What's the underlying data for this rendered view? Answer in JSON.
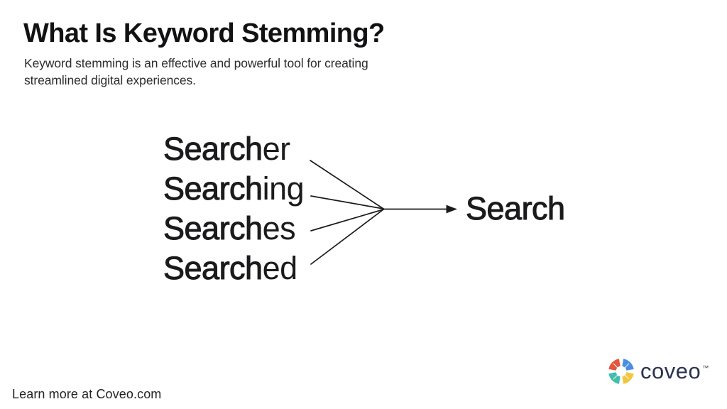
{
  "slide": {
    "title": "What Is Keyword Stemming?",
    "subtitle_lines": [
      "Keyword stemming is an effective and powerful tool for creating",
      "streamlined digital experiences."
    ]
  },
  "diagram": {
    "variants": [
      {
        "stem": "Search",
        "suffix": "er"
      },
      {
        "stem": "Search",
        "suffix": "ing"
      },
      {
        "stem": "Search",
        "suffix": "es"
      },
      {
        "stem": "Search",
        "suffix": "ed"
      }
    ],
    "result": "Search",
    "arrow_icon": "converging-arrows-icon"
  },
  "footer": {
    "learn_more": "Learn more at Coveo.com",
    "logo": {
      "mark_icon": "coveo-pinwheel-icon",
      "wordmark": "coveo",
      "trademark": "™"
    }
  },
  "colors": {
    "background": "#ffffff",
    "text": "#1b1b1d",
    "arrow": "#1a1a1a",
    "logo_navy": "#293250",
    "logo_red": "#e2573e",
    "logo_blue": "#4b8ee0",
    "logo_teal": "#40bfad",
    "logo_yellow": "#f4c63f"
  }
}
